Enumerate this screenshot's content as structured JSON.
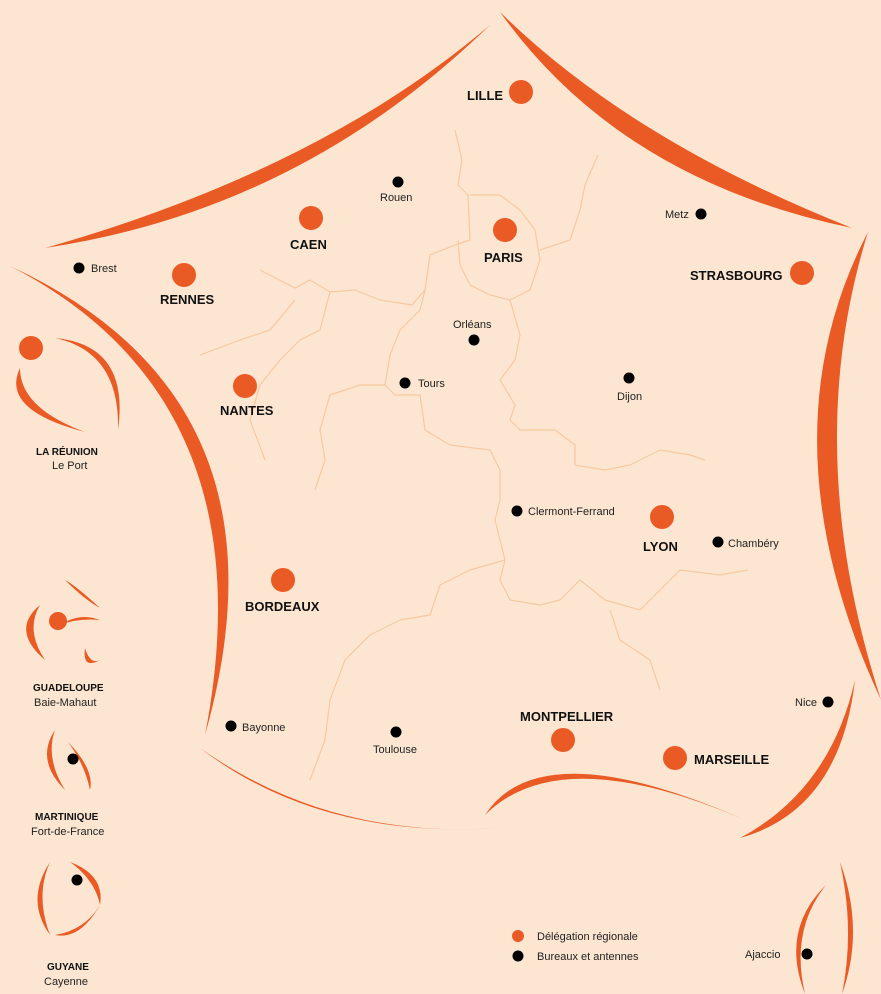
{
  "colors": {
    "delegation": "#ea5a24",
    "bureau": "#000000",
    "background": "#fce6d2",
    "region_border": "#f5c9a1"
  },
  "delegations": [
    {
      "id": "lille",
      "name": "LILLE"
    },
    {
      "id": "caen",
      "name": "CAEN"
    },
    {
      "id": "paris",
      "name": "PARIS"
    },
    {
      "id": "strasbourg",
      "name": "STRASBOURG"
    },
    {
      "id": "rennes",
      "name": "RENNES"
    },
    {
      "id": "nantes",
      "name": "NANTES"
    },
    {
      "id": "lyon",
      "name": "LYON"
    },
    {
      "id": "bordeaux",
      "name": "BORDEAUX"
    },
    {
      "id": "montpellier",
      "name": "MONTPELLIER"
    },
    {
      "id": "marseille",
      "name": "MARSEILLE"
    }
  ],
  "bureaux": [
    {
      "id": "rouen",
      "name": "Rouen"
    },
    {
      "id": "metz",
      "name": "Metz"
    },
    {
      "id": "brest",
      "name": "Brest"
    },
    {
      "id": "orleans",
      "name": "Orléans"
    },
    {
      "id": "tours",
      "name": "Tours"
    },
    {
      "id": "dijon",
      "name": "Dijon"
    },
    {
      "id": "clermont",
      "name": "Clermont-Ferrand"
    },
    {
      "id": "chambery",
      "name": "Chambéry"
    },
    {
      "id": "nice",
      "name": "Nice"
    },
    {
      "id": "bayonne",
      "name": "Bayonne"
    },
    {
      "id": "toulouse",
      "name": "Toulouse"
    },
    {
      "id": "ajaccio",
      "name": "Ajaccio"
    }
  ],
  "overseas": [
    {
      "id": "reunion",
      "territory": "LA RÉUNION",
      "city": "Le Port"
    },
    {
      "id": "guadeloupe",
      "territory": "GUADELOUPE",
      "city": "Baie-Mahaut"
    },
    {
      "id": "martinique",
      "territory": "MARTINIQUE",
      "city": "Fort-de-France"
    },
    {
      "id": "guyane",
      "territory": "GUYANE",
      "city": "Cayenne"
    }
  ],
  "legend": {
    "delegation": "Délégation régionale",
    "bureau": "Bureaux et antennes"
  }
}
